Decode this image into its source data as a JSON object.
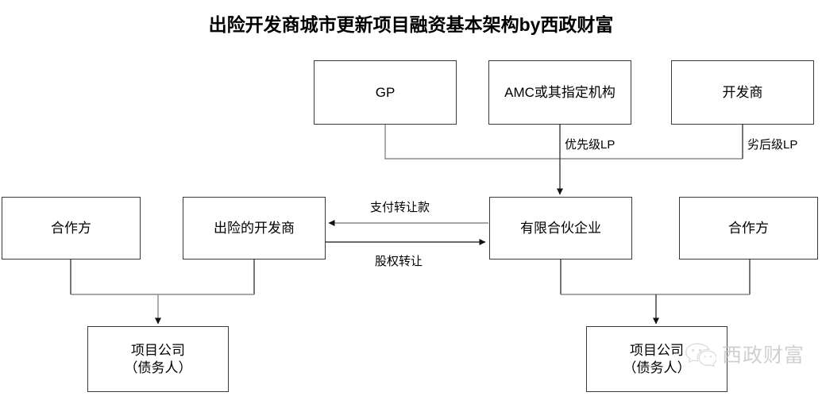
{
  "title": "出险开发商城市更新项目融资基本架构by西政财富",
  "colors": {
    "box_border": "#3a3a3a",
    "connector_dark": "#1a1a1a",
    "connector_light": "#8a8a8a",
    "background": "#ffffff",
    "watermark": "#bfbfbf"
  },
  "nodes": {
    "gp": {
      "label": "GP"
    },
    "amc": {
      "label": "AMC或其指定机构"
    },
    "developer": {
      "label": "开发商"
    },
    "partner_left": {
      "label": "合作方"
    },
    "distressed_developer": {
      "label": "出险的开发商"
    },
    "limited_partnership": {
      "label": "有限合伙企业"
    },
    "partner_right": {
      "label": "合作方"
    },
    "project_company_left": {
      "label": "项目公司\n（债务人）"
    },
    "project_company_right": {
      "label": "项目公司\n（债务人）"
    }
  },
  "edge_labels": {
    "senior_lp": "优先级LP",
    "junior_lp": "劣后级LP",
    "payment_transfer": "支付转让款",
    "equity_transfer": "股权转让"
  },
  "watermark": {
    "text": "西政财富",
    "icon": "wechat-icon"
  }
}
